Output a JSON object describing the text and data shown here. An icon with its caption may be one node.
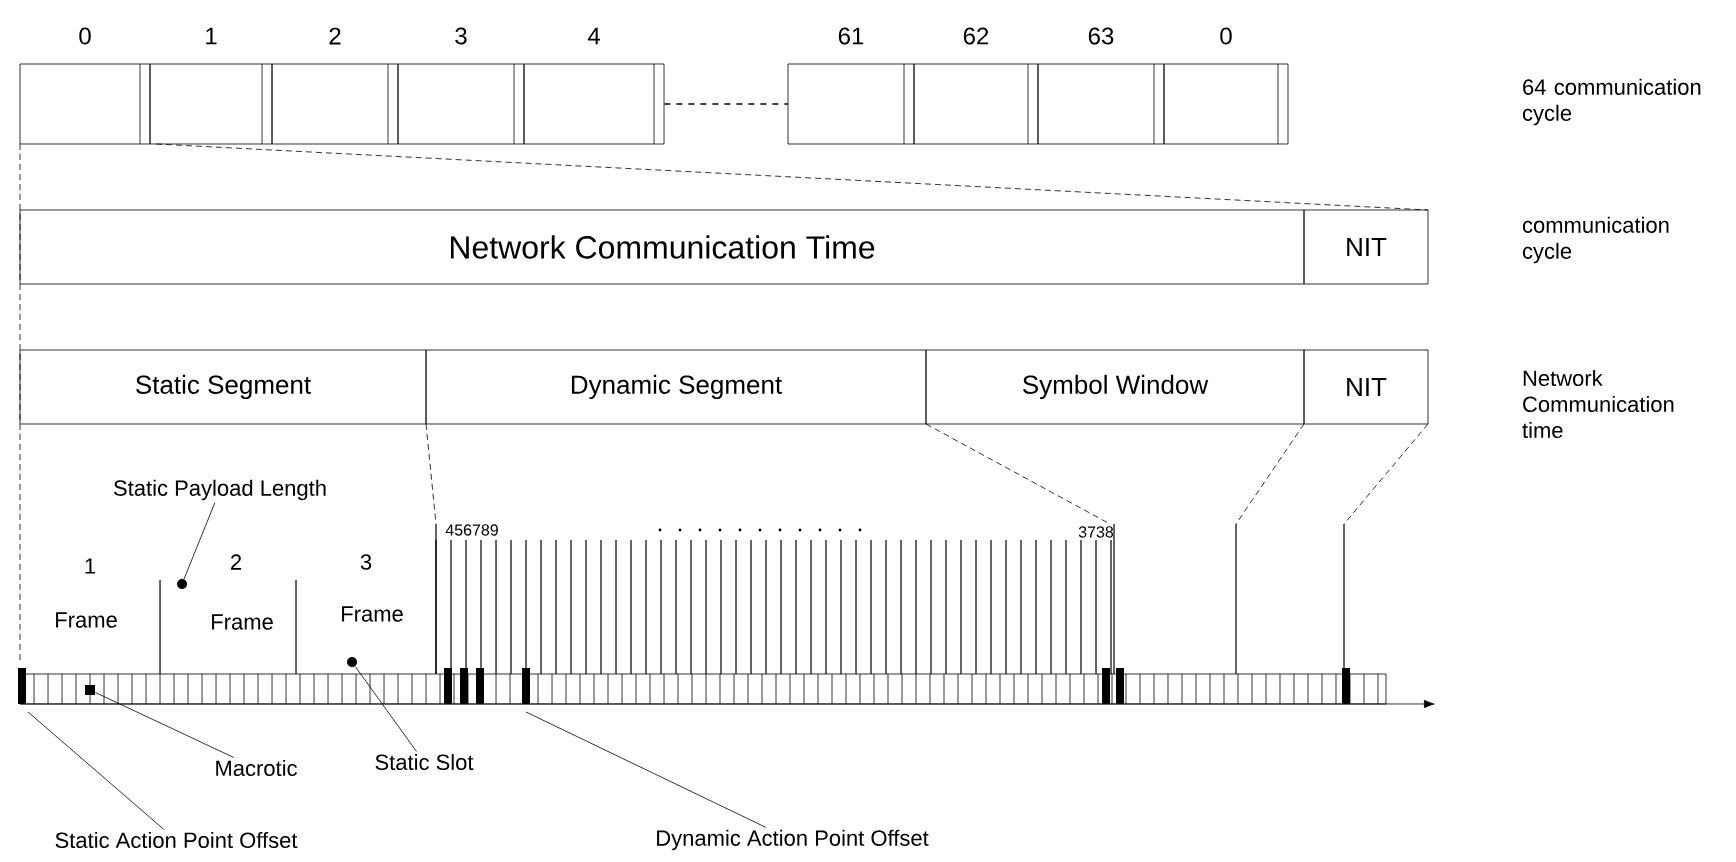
{
  "diagram": {
    "nodes": [
      {
        "text": [
          "0"
        ]
      },
      {
        "text": [
          "1"
        ]
      },
      {
        "text": [
          "2"
        ]
      },
      {
        "text": [
          "3"
        ]
      },
      {
        "text": [
          "4"
        ]
      },
      {
        "text": [
          "61"
        ]
      },
      {
        "text": [
          "62"
        ]
      },
      {
        "text": [
          "63"
        ]
      },
      {
        "text": [
          "0"
        ]
      },
      {
        "text": [
          "Network Communication Time"
        ]
      },
      {
        "text": [
          "NIT"
        ]
      },
      {
        "text": [
          "Static Segment"
        ]
      },
      {
        "text": [
          "Dynamic Segment"
        ]
      },
      {
        "text": [
          "Symbol Window"
        ]
      },
      {
        "text": [
          "NIT"
        ]
      },
      {
        "text": [
          "Static Payload Length"
        ]
      },
      {
        "text": [
          "Macrotic"
        ]
      },
      {
        "text": [
          "Static Slot"
        ]
      },
      {
        "text": [
          "Static Action Point Offset"
        ]
      },
      {
        "text": [
          "Dynamic Action Point Offset"
        ]
      },
      {
        "text": [],
        "shape": "box"
      },
      {
        "text": [],
        "shape": "circle"
      },
      {
        "text": [],
        "shape": "circle"
      }
    ],
    "edges": [
      {
        "from": 4,
        "to": 5,
        "arrow": "none",
        "style": "dashed"
      },
      {
        "from": 15,
        "to": 21,
        "arrow": "none"
      },
      {
        "from": 16,
        "to": 20,
        "arrow": "none"
      },
      {
        "from": 17,
        "to": 22,
        "arrow": "none"
      },
      {
        "from": 18,
        "to": null,
        "arrow": "none"
      },
      {
        "from": 19,
        "to": null,
        "arrow": "none"
      }
    ],
    "labels": [
      "64 communication cycle",
      "communication cycle",
      "Network Communication time",
      "1",
      "2",
      "3",
      "Frame",
      "Frame",
      "Frame",
      "456789",
      "3738"
    ]
  }
}
